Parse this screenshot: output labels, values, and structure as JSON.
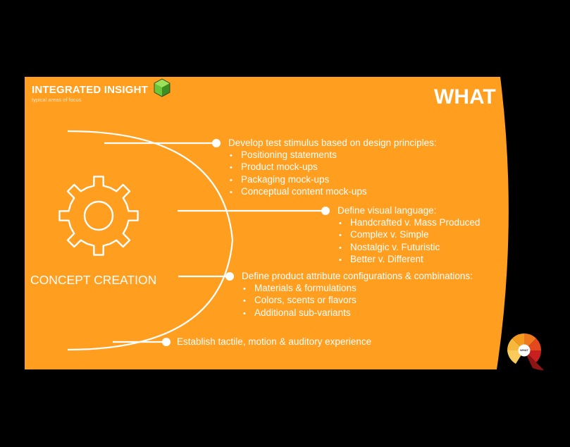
{
  "brand": {
    "title": "INTEGRATED INSIGHT",
    "subtitle": "typical areas of focus",
    "logo_icon": "green-cube-icon"
  },
  "slide_title": "WHAT",
  "hub": {
    "label": "CONCEPT CREATION",
    "icon": "gear-icon"
  },
  "items": [
    {
      "heading": "Develop test stimulus based on design principles:",
      "bullets": [
        "Positioning statements",
        "Product mock-ups",
        "Packaging mock-ups",
        "Conceptual content mock-ups"
      ]
    },
    {
      "heading": "Define visual language:",
      "bullets": [
        "Handcrafted v. Mass Produced",
        "Complex v. Simple",
        "Nostalgic v. Futuristic",
        "Better v. Different"
      ]
    },
    {
      "heading": "Define product attribute configurations & combinations:",
      "bullets": [
        "Materials & formulations",
        "Colors, scents or flavors",
        "Additional sub-variants"
      ]
    },
    {
      "heading": "Establish tactile, motion & auditory experience",
      "bullets": []
    }
  ],
  "corner_wheel": {
    "icon": "segmented-wheel-icon",
    "center_label": "WHAT"
  },
  "colors": {
    "background": "#000000",
    "slide_orange": "#FF9E1F",
    "text": "#FFFFFF",
    "cube_green": "#6CC63A"
  }
}
